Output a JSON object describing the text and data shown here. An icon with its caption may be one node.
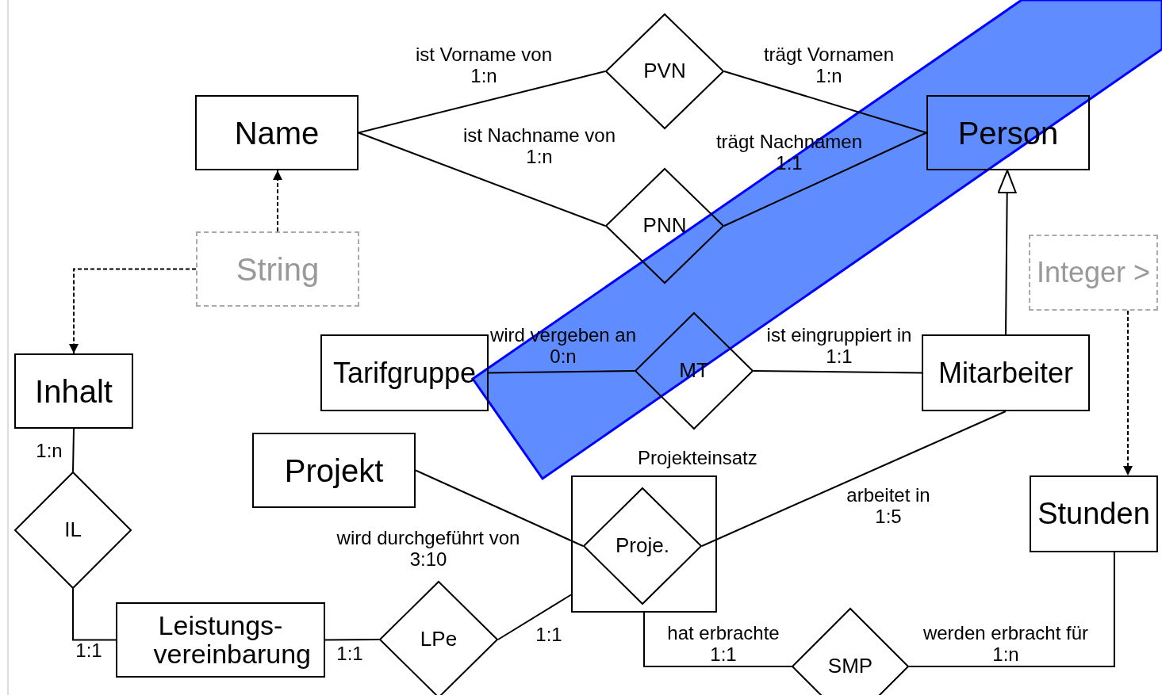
{
  "diagram": {
    "nodes": [
      {
        "text": [
          "Name"
        ]
      },
      {
        "text": [
          "PVN"
        ]
      },
      {
        "text": [
          "PNN"
        ]
      },
      {
        "text": [
          "Person"
        ]
      },
      {
        "text": [
          "String"
        ]
      },
      {
        "text": [
          "Integer >"
        ]
      },
      {
        "text": [
          "Inhalt"
        ]
      },
      {
        "text": [
          "Tarifgruppe"
        ]
      },
      {
        "text": [
          "MT"
        ]
      },
      {
        "text": [
          "Mitarbeiter"
        ]
      },
      {
        "text": [
          "Projekteinsatz"
        ]
      },
      {
        "text": [
          "Proje."
        ],
        "in": 10
      },
      {
        "text": [
          "Projekt"
        ]
      },
      {
        "text": [
          "IL"
        ]
      },
      {
        "text": [
          "Leistungs- vereinbarung"
        ]
      },
      {
        "text": [
          "LPe"
        ]
      },
      {
        "text": [
          "SMP"
        ]
      },
      {
        "text": [
          "Stunden"
        ]
      }
    ],
    "edges": [
      {
        "from": 0,
        "to": 1,
        "arrow": "none",
        "label": "ist Vorname von 1:n"
      },
      {
        "from": 1,
        "to": 3,
        "arrow": "none",
        "label": "trägt Vornamen 1:n"
      },
      {
        "from": 0,
        "to": 2,
        "arrow": "none",
        "label": "ist Nachname von 1:n"
      },
      {
        "from": 2,
        "to": 3,
        "arrow": "none",
        "label": "trägt Nachnamen 1:1"
      },
      {
        "from": 4,
        "to": 0,
        "arrow": "to",
        "style": "dashed"
      },
      {
        "from": 4,
        "to": 6,
        "arrow": "to",
        "style": "dashed"
      },
      {
        "from": 9,
        "to": 3,
        "arrow": "to"
      },
      {
        "from": 5,
        "to": 17,
        "arrow": "to",
        "style": "dashed"
      },
      {
        "from": 7,
        "to": 8,
        "arrow": "none",
        "label": "wird vergeben an 0:n"
      },
      {
        "from": 8,
        "to": 9,
        "arrow": "none",
        "label": "ist eingruppiert in 1:1"
      },
      {
        "from": 6,
        "to": 13,
        "arrow": "none",
        "label": "1:n"
      },
      {
        "from": 13,
        "to": 14,
        "arrow": "none",
        "label": "1:1"
      },
      {
        "from": 14,
        "to": 15,
        "arrow": "none",
        "label": "1:1"
      },
      {
        "from": 15,
        "to": 10,
        "arrow": "none",
        "label": "1:1"
      },
      {
        "from": 12,
        "to": 11,
        "arrow": "none",
        "label": "wird durchgeführt von 3:10"
      },
      {
        "from": 11,
        "to": 9,
        "arrow": "none",
        "label": "arbeitet in 1:5"
      },
      {
        "from": 10,
        "to": 16,
        "arrow": "none",
        "label": "hat erbrachte 1:1"
      },
      {
        "from": 16,
        "to": 17,
        "arrow": "none",
        "label": "werden erbracht für 1:n"
      }
    ]
  }
}
